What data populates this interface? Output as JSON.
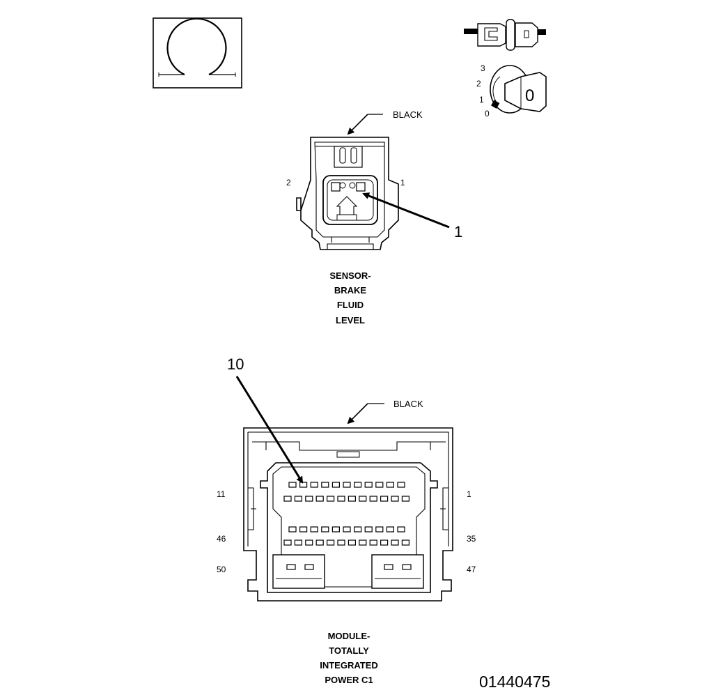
{
  "top_left_icon": "omega-circle-symbol",
  "top_right_icons": [
    "connector-inline-icon",
    "key-switch-icon"
  ],
  "key_switch": {
    "positions": [
      "3",
      "2",
      "1",
      "0"
    ],
    "key_label": "0"
  },
  "sensor_connector": {
    "color_label": "BLACK",
    "pin_left": "2",
    "pin_right": "1",
    "callout": "1",
    "caption": [
      "SENSOR-",
      "BRAKE",
      "FLUID",
      "LEVEL"
    ]
  },
  "module_connector": {
    "color_label": "BLACK",
    "callout": "10",
    "pin_labels_left": [
      "11",
      "46",
      "50"
    ],
    "pin_labels_right": [
      "1",
      "35",
      "47"
    ],
    "caption": [
      "MODULE-",
      "TOTALLY",
      "INTEGRATED",
      "POWER C1"
    ]
  },
  "figure_number": "01440475"
}
